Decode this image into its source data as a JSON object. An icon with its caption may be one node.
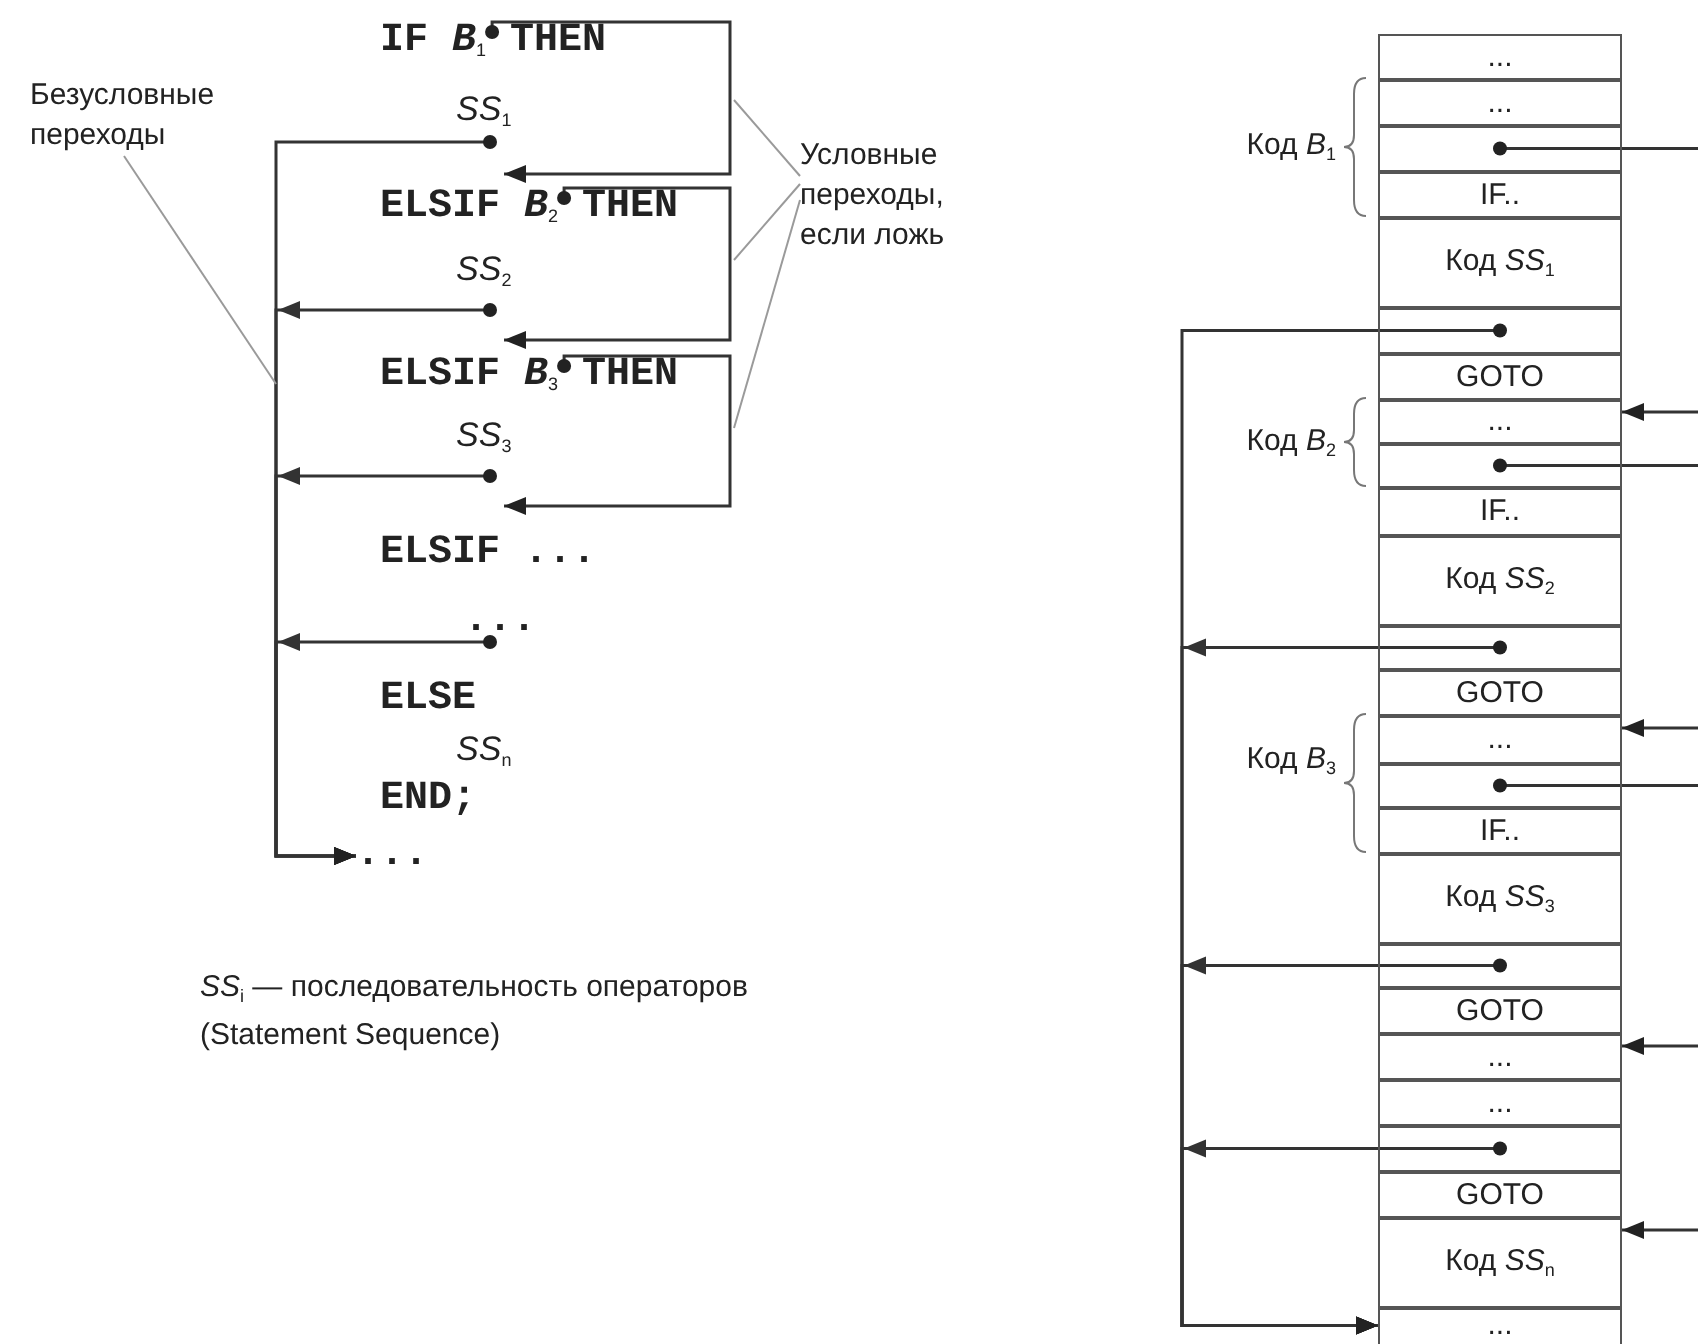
{
  "diagram": {
    "nodes": [
      {
        "text": [
          "IF *B*$_{1}$ THEN"
        ]
      },
      {
        "text": [
          "SS$_{1}$"
        ]
      },
      {
        "text": [
          "ELSIF *B*$_{2}$ THEN"
        ]
      },
      {
        "text": [
          "SS$_{2}$"
        ]
      },
      {
        "text": [
          "ELSIF *B*$_{3}$ THEN"
        ]
      },
      {
        "text": [
          "SS$_{3}$"
        ]
      },
      {
        "text": [
          "ELSIF ..."
        ]
      },
      {
        "text": [
          "..."
        ]
      },
      {
        "text": [
          "ELSE"
        ]
      },
      {
        "text": [
          "SS$_{n}$"
        ]
      },
      {
        "text": [
          "END;"
        ]
      },
      {
        "text": [
          "..."
        ]
      },
      {
        "text": [
          "Безусловные переходы"
        ]
      },
      {
        "text": [
          "Условные переходы, если ложь"
        ]
      },
      {
        "text": [
          "..."
        ]
      },
      {
        "text": [
          "..."
        ]
      },
      {
        "text": [],
        "shape": "box"
      },
      {
        "text": [
          "IF.."
        ]
      },
      {
        "text": [
          "Код *SS*$_{1}$"
        ]
      },
      {
        "text": [],
        "shape": "box"
      },
      {
        "text": [
          "GOTO"
        ]
      },
      {
        "text": [
          "..."
        ]
      },
      {
        "text": [],
        "shape": "box"
      },
      {
        "text": [
          "IF.."
        ]
      },
      {
        "text": [
          "Код *SS*$_{2}$"
        ]
      },
      {
        "text": [],
        "shape": "box"
      },
      {
        "text": [
          "GOTO"
        ]
      },
      {
        "text": [
          "..."
        ]
      },
      {
        "text": [],
        "shape": "box"
      },
      {
        "text": [
          "IF.."
        ]
      },
      {
        "text": [
          "Код *SS*$_{3}$"
        ]
      },
      {
        "text": [],
        "shape": "box"
      },
      {
        "text": [
          "GOTO"
        ]
      },
      {
        "text": [
          "..."
        ]
      },
      {
        "text": [
          "..."
        ]
      },
      {
        "text": [],
        "shape": "box"
      },
      {
        "text": [
          "GOTO"
        ]
      },
      {
        "text": [
          "Код *SS*$_{n}$"
        ]
      },
      {
        "text": [
          "..."
        ]
      }
    ],
    "edges": [
      {
        "from": 0,
        "to": 2,
        "arrow": "to"
      },
      {
        "from": 2,
        "to": 4,
        "arrow": "to"
      },
      {
        "from": 4,
        "to": 6,
        "arrow": "to"
      },
      {
        "from": 1,
        "to": 11,
        "arrow": "to"
      },
      {
        "from": 3,
        "to": 11,
        "arrow": "to"
      },
      {
        "from": 5,
        "to": 11,
        "arrow": "to"
      },
      {
        "from": 7,
        "to": 11,
        "arrow": "to"
      },
      {
        "from": 12,
        "to": null,
        "arrow": "none",
        "color": "#9a9a9a"
      },
      {
        "from": 13,
        "to": null,
        "arrow": "none",
        "color": "#9a9a9a"
      },
      {
        "from": 13,
        "to": null,
        "arrow": "none",
        "color": "#9a9a9a"
      },
      {
        "from": 13,
        "to": null,
        "arrow": "none",
        "color": "#9a9a9a"
      },
      {
        "from": 16,
        "to": null,
        "arrow": "other"
      },
      {
        "from": 22,
        "to": null,
        "arrow": "other"
      },
      {
        "from": 28,
        "to": null,
        "arrow": "other"
      },
      {
        "from": null,
        "to": 21,
        "arrow": "to"
      },
      {
        "from": null,
        "to": 27,
        "arrow": "to"
      },
      {
        "from": null,
        "to": 33,
        "arrow": "to"
      },
      {
        "from": null,
        "to": 37,
        "arrow": "to"
      },
      {
        "from": 19,
        "to": 38,
        "arrow": "to"
      },
      {
        "from": 25,
        "to": 38,
        "arrow": "to"
      },
      {
        "from": 31,
        "to": 38,
        "arrow": "to"
      },
      {
        "from": 35,
        "to": 38,
        "arrow": "to"
      }
    ],
    "labels": [
      "Код *B*$_{1}$",
      "Код *B*$_{2}$",
      "Код *B*$_{3}$",
      "*SS*$_{i}$ — последовательность операторов (Statement Sequence)"
    ]
  }
}
